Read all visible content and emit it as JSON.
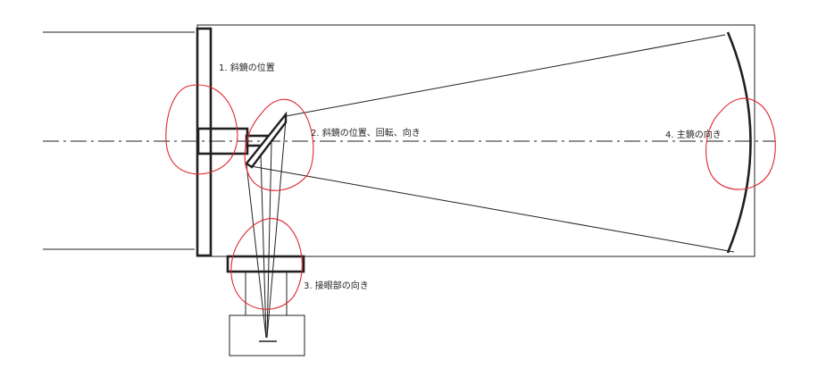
{
  "labels": {
    "diag_mirror_position": "1. 斜鏡の位置",
    "diag_mirror_position_rotation_direction": "2. 斜鏡の位置、回転、向き",
    "eyepiece_direction": "3. 接眼部の向き",
    "primary_mirror_direction": "4. 主鏡の向き"
  },
  "colors": {
    "line": "#231f20",
    "highlight": "#e0262b",
    "background": "#ffffff"
  }
}
